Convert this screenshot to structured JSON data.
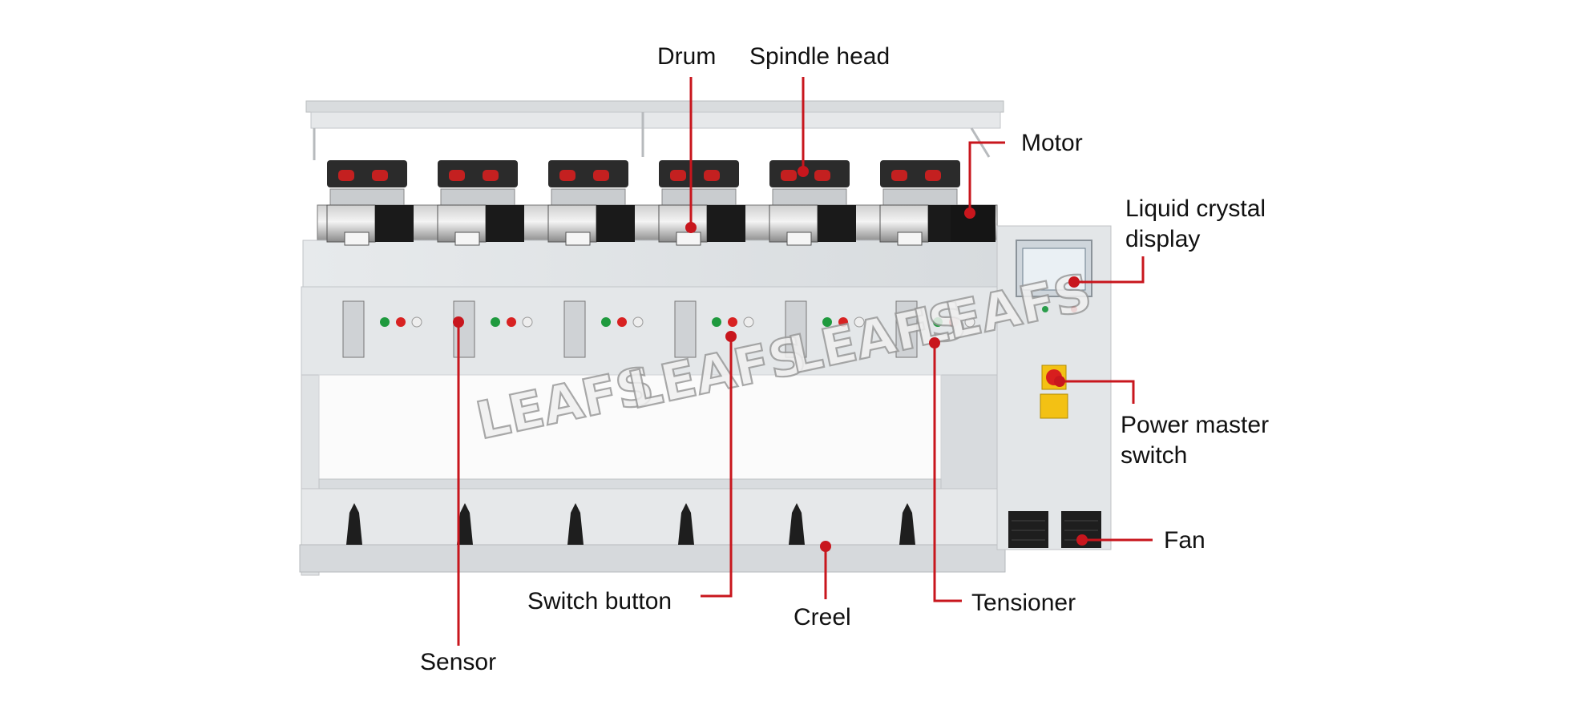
{
  "watermark": "LEAFS",
  "colors": {
    "leader": "#c8161d",
    "machine": "#dfe3e6",
    "label": "#111111"
  },
  "labels": {
    "drum": "Drum",
    "spindle_head": "Spindle head",
    "motor": "Motor",
    "lcd_line1": "Liquid crystal",
    "lcd_line2": "display",
    "power_line1": "Power master",
    "power_line2": "switch",
    "fan": "Fan",
    "switch_button": "Switch button",
    "creel": "Creel",
    "tensioner": "Tensioner",
    "sensor": "Sensor"
  }
}
